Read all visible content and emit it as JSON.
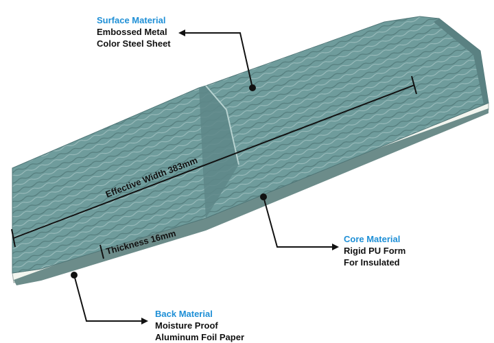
{
  "labels": {
    "surface": {
      "heading": "Surface Material",
      "line1": "Embossed Metal",
      "line2": "Color Steel Sheet"
    },
    "core": {
      "heading": "Core Material",
      "line1": "Rigid PU  Form",
      "line2": "For Insulated"
    },
    "back": {
      "heading": "Back Material",
      "line1": "Moisture Proof",
      "line2": "Aluminum Foil Paper"
    }
  },
  "dimensions": {
    "width": "Effective Width 383mm",
    "thickness": "Thickness 16mm"
  },
  "colors": {
    "heading": "#1e8fd6",
    "panel": "#6f9c9c",
    "panel_dark": "#587f80",
    "core": "#f2f5ef",
    "text": "#111111"
  }
}
